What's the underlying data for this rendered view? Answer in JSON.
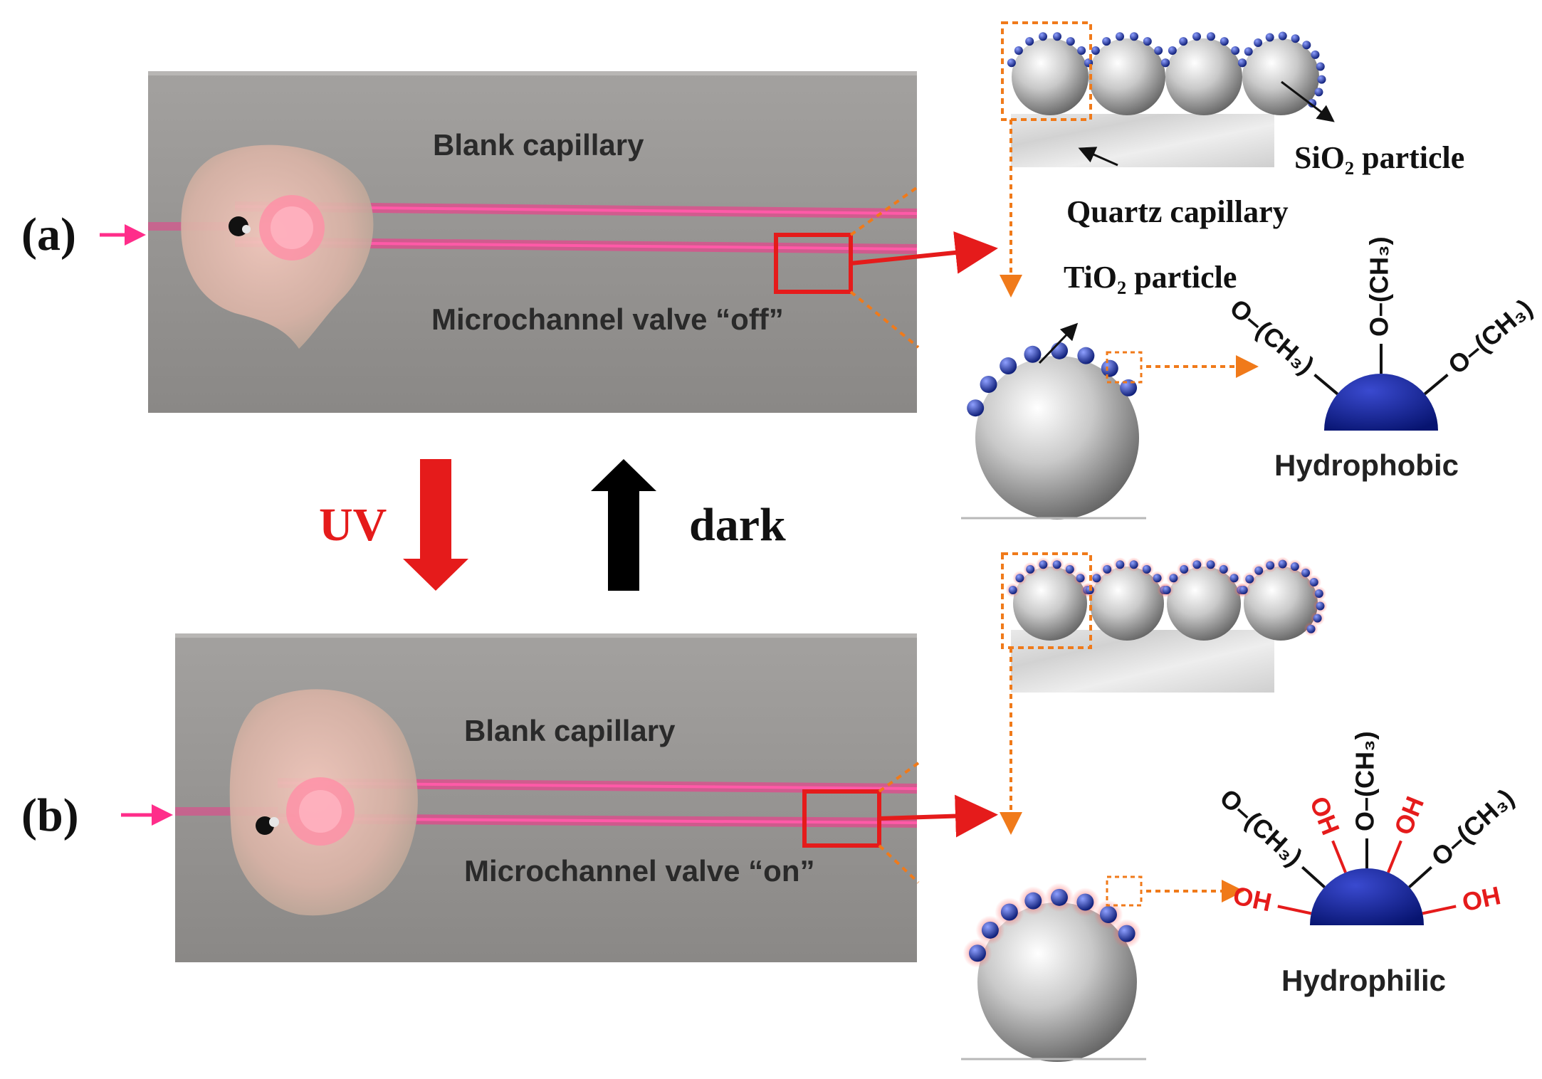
{
  "panels": {
    "a": {
      "tag": "(a)",
      "top_label": "Blank capillary",
      "bottom_label": "Microchannel valve “off”",
      "state": "Hydrophobic",
      "groups": [
        "CH3",
        "CH3",
        "CH3"
      ]
    },
    "b": {
      "tag": "(b)",
      "top_label": "Blank capillary",
      "bottom_label": "Microchannel valve “on”",
      "state": "Hydrophilic",
      "groups": [
        "OH",
        "CH3",
        "OH",
        "CH3",
        "OH",
        "CH3",
        "OH"
      ]
    }
  },
  "transitions": {
    "forward": "UV",
    "reverse": "dark"
  },
  "labels": {
    "sio2": "SiO₂ particle",
    "quartz": "Quartz capillary",
    "tio2": "TiO₂ particle",
    "ch3_group": "O–(CH₃)",
    "oh_group": "OH"
  },
  "colors": {
    "capillary_pink": "#ff2d8a",
    "arrow_red": "#e51b1b",
    "arrow_black": "#000000",
    "nanoparticle_blue": "#1428a0",
    "dome_navy": "#0a1a8a",
    "leader_orange": "#f07a1a",
    "slide_gray": "#8f8d8b"
  }
}
